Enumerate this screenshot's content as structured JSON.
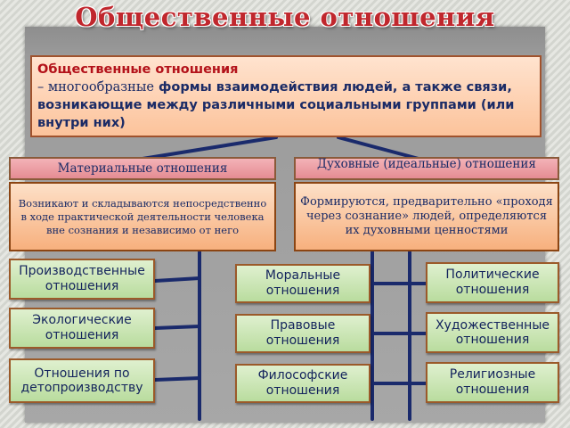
{
  "title": "Общественные отношения",
  "definition": {
    "term": "Общественные отношения",
    "dash": "– многообразные",
    "text": " формы взаимодействия людей, а также связи, возникающие между различными социальными группами (или внутри них)"
  },
  "material": {
    "header": "Материальные отношения",
    "description": "Возникают и складываются непосредственно в ходе практической деятельности человека вне сознания и независимо от него",
    "items": [
      "Производственные отношения",
      "Экологические отношения",
      "Отношения по детопроизводству"
    ]
  },
  "spiritual": {
    "header": "Духовные (идеальные) отношения",
    "description": "Формируются, предварительно «проходя через сознание» людей, определяются их духовными ценностями",
    "items_left": [
      "Моральные отношения",
      "Правовые отношения",
      "Философские отношения"
    ],
    "items_right": [
      "Политические отношения",
      "Художественные отношения",
      "Религиозные отношения"
    ]
  },
  "colors": {
    "title": "#c0272d",
    "connector": "#1a2a6c",
    "text": "#1b2b66"
  }
}
